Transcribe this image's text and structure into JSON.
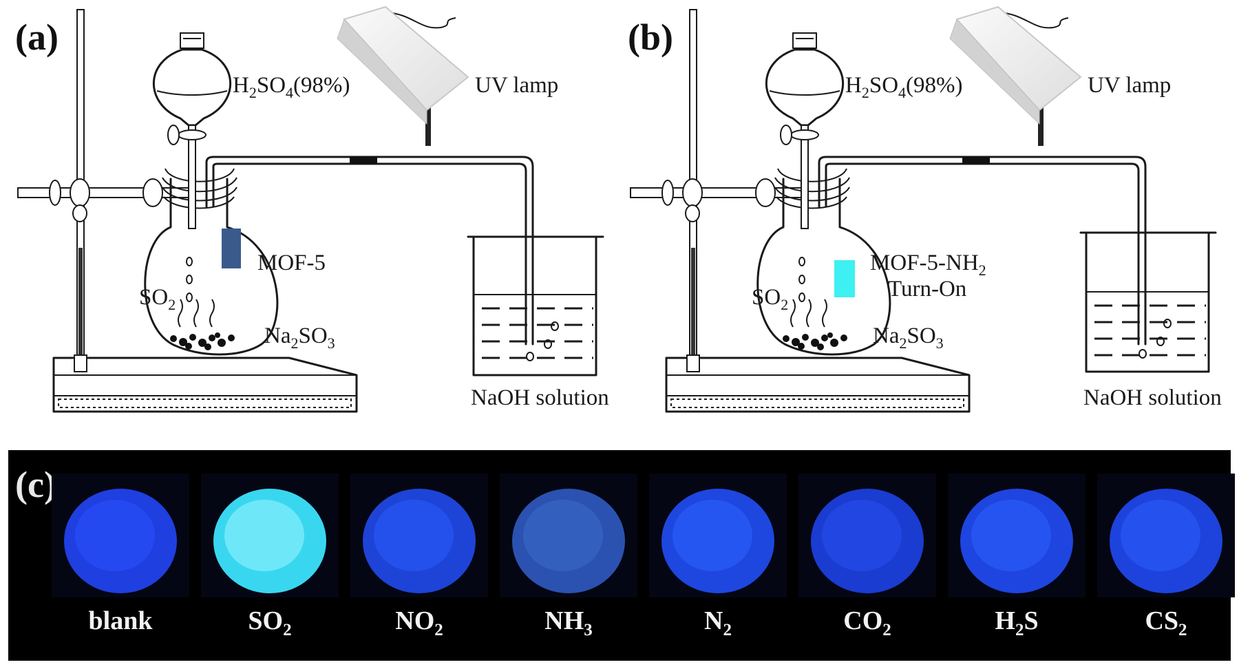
{
  "panels": [
    {
      "id": "a",
      "label": "(a)",
      "acid": {
        "main": "H",
        "s1": "2",
        "m2": "SO",
        "s2": "4",
        "tail": "(98%)"
      },
      "uv_lamp": "UV lamp",
      "film": {
        "l1": "MOF-5",
        "l2_main": "",
        "l2_sub": "",
        "l3": "",
        "color": "#3a5a8c"
      },
      "gas": {
        "main": "SO",
        "sub": "2"
      },
      "salt": {
        "main": "Na",
        "s1": "2",
        "m2": "SO",
        "s2": "3"
      },
      "beaker_label": "NaOH solution"
    },
    {
      "id": "b",
      "label": "(b)",
      "acid": {
        "main": "H",
        "s1": "2",
        "m2": "SO",
        "s2": "4",
        "tail": "(98%)"
      },
      "uv_lamp": "UV lamp",
      "film": {
        "l1": "MOF-5-NH",
        "l2_main": "",
        "l2_sub": "2",
        "l3": "Turn-On",
        "color": "#3ef0f2"
      },
      "gas": {
        "main": "SO",
        "sub": "2"
      },
      "salt": {
        "main": "Na",
        "s1": "2",
        "m2": "SO",
        "s2": "3"
      },
      "beaker_label": "NaOH solution"
    }
  ],
  "strip": {
    "label": "(c)",
    "samples": [
      {
        "main": "blank",
        "sub": "",
        "color": "#1f3fe0",
        "glow": "#2a52ff"
      },
      {
        "main": "SO",
        "sub": "2",
        "color": "#39d7ef",
        "glow": "#9af6ff"
      },
      {
        "main": "NO",
        "sub": "2",
        "color": "#1d44d6",
        "glow": "#2a5cff"
      },
      {
        "main": "NH",
        "sub": "3",
        "color": "#2b52b0",
        "glow": "#3a6bcc"
      },
      {
        "main": "N",
        "sub": "2",
        "color": "#1d47df",
        "glow": "#2d62ff"
      },
      {
        "main": "CO",
        "sub": "2",
        "color": "#1a3cd0",
        "glow": "#284fef"
      },
      {
        "main": "H",
        "sub": "2",
        "tail": "S",
        "color": "#1e45e0",
        "glow": "#2e60ff"
      },
      {
        "main": "CS",
        "sub": "2",
        "color": "#1d43dc",
        "glow": "#2b5cff"
      }
    ]
  }
}
